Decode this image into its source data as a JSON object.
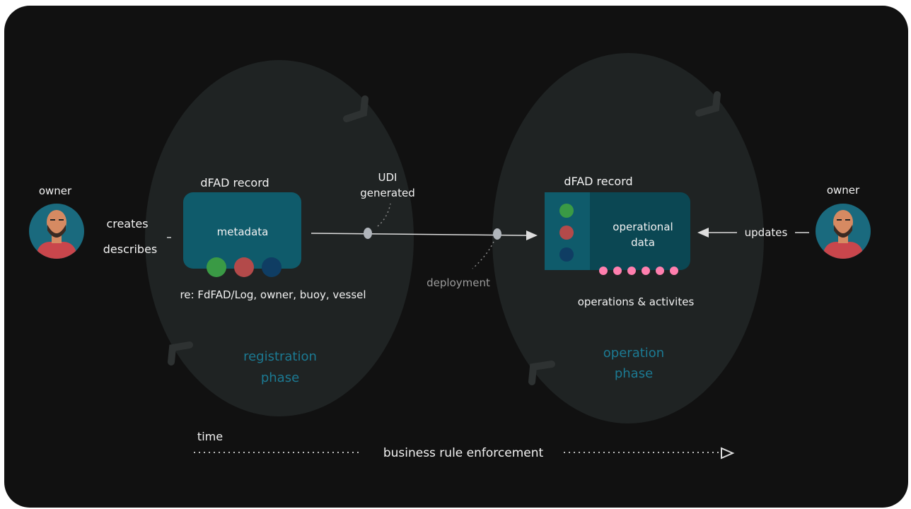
{
  "diagram": {
    "colors": {
      "background": "#111111",
      "phase_ellipse": "#1f2323",
      "card_teal": "#0f5b6b",
      "card_teal_dark": "#0b4753",
      "phase_label": "#1c7a93",
      "text": "#f2f2f2",
      "muted_text": "#9a9a9a",
      "dot_green": "#3a9a45",
      "dot_red": "#b34a4a",
      "dot_navy": "#0f3d63",
      "dot_pink": "#ff7fae",
      "avatar_bg": "#1a6a7e",
      "avatar_skin": "#d68a62",
      "avatar_shirt": "#c9464c"
    },
    "left_owner": {
      "label": "owner",
      "icon": "person-avatar-icon"
    },
    "right_owner": {
      "label": "owner",
      "icon": "person-avatar-icon"
    },
    "creates_label": "creates",
    "describes_label": "describes",
    "updates_label": "updates",
    "registration": {
      "record_title": "dFAD record",
      "card_label": "metadata",
      "refs_text": "re: FdFAD/Log, owner, buoy, vessel",
      "phase_label_line1": "registration",
      "phase_label_line2": "phase"
    },
    "udi_line1": "UDI",
    "udi_line2": "generated",
    "deployment_label": "deployment",
    "operation": {
      "record_title": "dFAD record",
      "card_label_line1": "operational",
      "card_label_line2": "data",
      "activities_text": "operations & activites",
      "phase_label_line1": "operation",
      "phase_label_line2": "phase"
    },
    "time_label": "time",
    "timeline_label": "business rule enforcement"
  }
}
